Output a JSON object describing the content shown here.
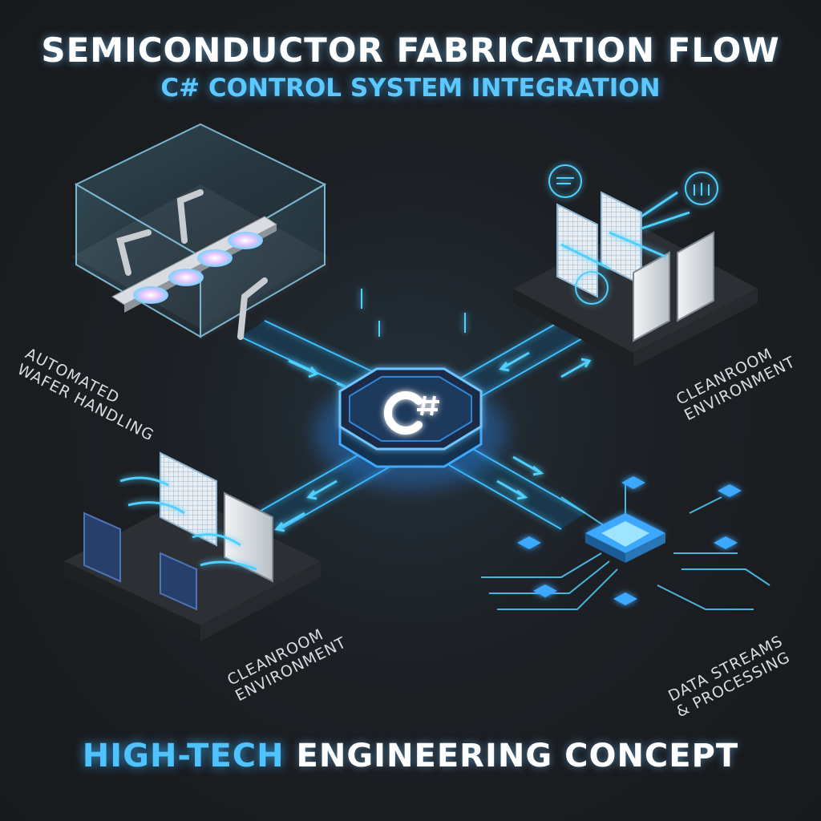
{
  "title": "SEMICONDUCTOR FABRICATION FLOW",
  "subtitle": "C# CONTROL SYSTEM INTEGRATION",
  "hub": {
    "label": "C#",
    "color": "#3ea8ff"
  },
  "modules": {
    "wafer_handling": {
      "line1": "AUTOMATED",
      "line2": "WAFER HANDLING"
    },
    "cleanroom_top": {
      "line1": "CLEANROOM",
      "line2": "ENVIRONMENT"
    },
    "cleanroom_bottom": {
      "line1": "CLEANROOM",
      "line2": "ENVIRONMENT"
    },
    "data_streams": {
      "line1": "DATA STREAMS",
      "line2": "& PROCESSING"
    }
  },
  "footer": {
    "accent": "HIGH-TECH",
    "rest": " ENGINEERING CONCEPT"
  },
  "colors": {
    "background": "#1c1f23",
    "accent": "#4fc3ff",
    "platform": "#2d3035",
    "text": "#ffffff"
  },
  "icons": [
    "robot-arm-icon",
    "wafer-icon",
    "air-filter-icon",
    "wind-icon",
    "heat-icon",
    "circuit-chip-icon"
  ]
}
